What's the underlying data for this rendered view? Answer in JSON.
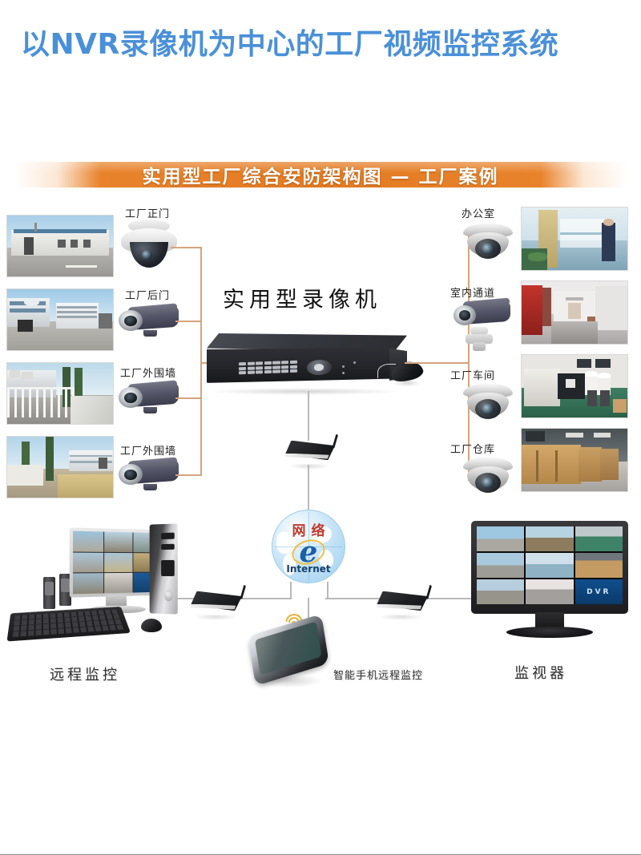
{
  "page": {
    "title": "以NVR录像机为中心的工厂视频监控系统",
    "banner": "实用型工厂综合安防架构图 — 工厂案例"
  },
  "diagram": {
    "center": {
      "device_label": "实用型录像机",
      "device_name": "nvr-recorder"
    },
    "left_cameras": [
      {
        "label": "工厂正门",
        "type": "dome-ptz",
        "photo": "factory-front-gate"
      },
      {
        "label": "工厂后门",
        "type": "bullet",
        "photo": "factory-rear-gate"
      },
      {
        "label": "工厂外围墙",
        "type": "bullet",
        "photo": "factory-perimeter-fence"
      },
      {
        "label": "工厂外围墙",
        "type": "bullet",
        "photo": "factory-perimeter-wall"
      }
    ],
    "right_cameras": [
      {
        "label": "办公室",
        "type": "dome",
        "photo": "office-interior"
      },
      {
        "label": "室内通道",
        "type": "bullet-bracket",
        "photo": "indoor-corridor"
      },
      {
        "label": "工厂车间",
        "type": "dome",
        "photo": "factory-workshop"
      },
      {
        "label": "工厂仓库",
        "type": "dome",
        "photo": "factory-warehouse"
      }
    ],
    "network": {
      "globe_label_cn": "网络",
      "globe_label_en": "Internet",
      "globe_mark": "e"
    },
    "endpoints": [
      {
        "label": "远程监控",
        "name": "remote-monitoring-pc"
      },
      {
        "label": "智能手机远程监控",
        "name": "smartphone-remote-monitoring"
      },
      {
        "label": "监视器",
        "name": "cctv-monitor"
      }
    ],
    "monitor_grid_label": "DVR"
  },
  "colors": {
    "title_blue": "#4a90d9",
    "banner_orange": "#e37b22",
    "connector": "#d8a37c",
    "connector_gray": "#b9b9b9",
    "dvr_panel_blue": "#0f4f8c"
  }
}
